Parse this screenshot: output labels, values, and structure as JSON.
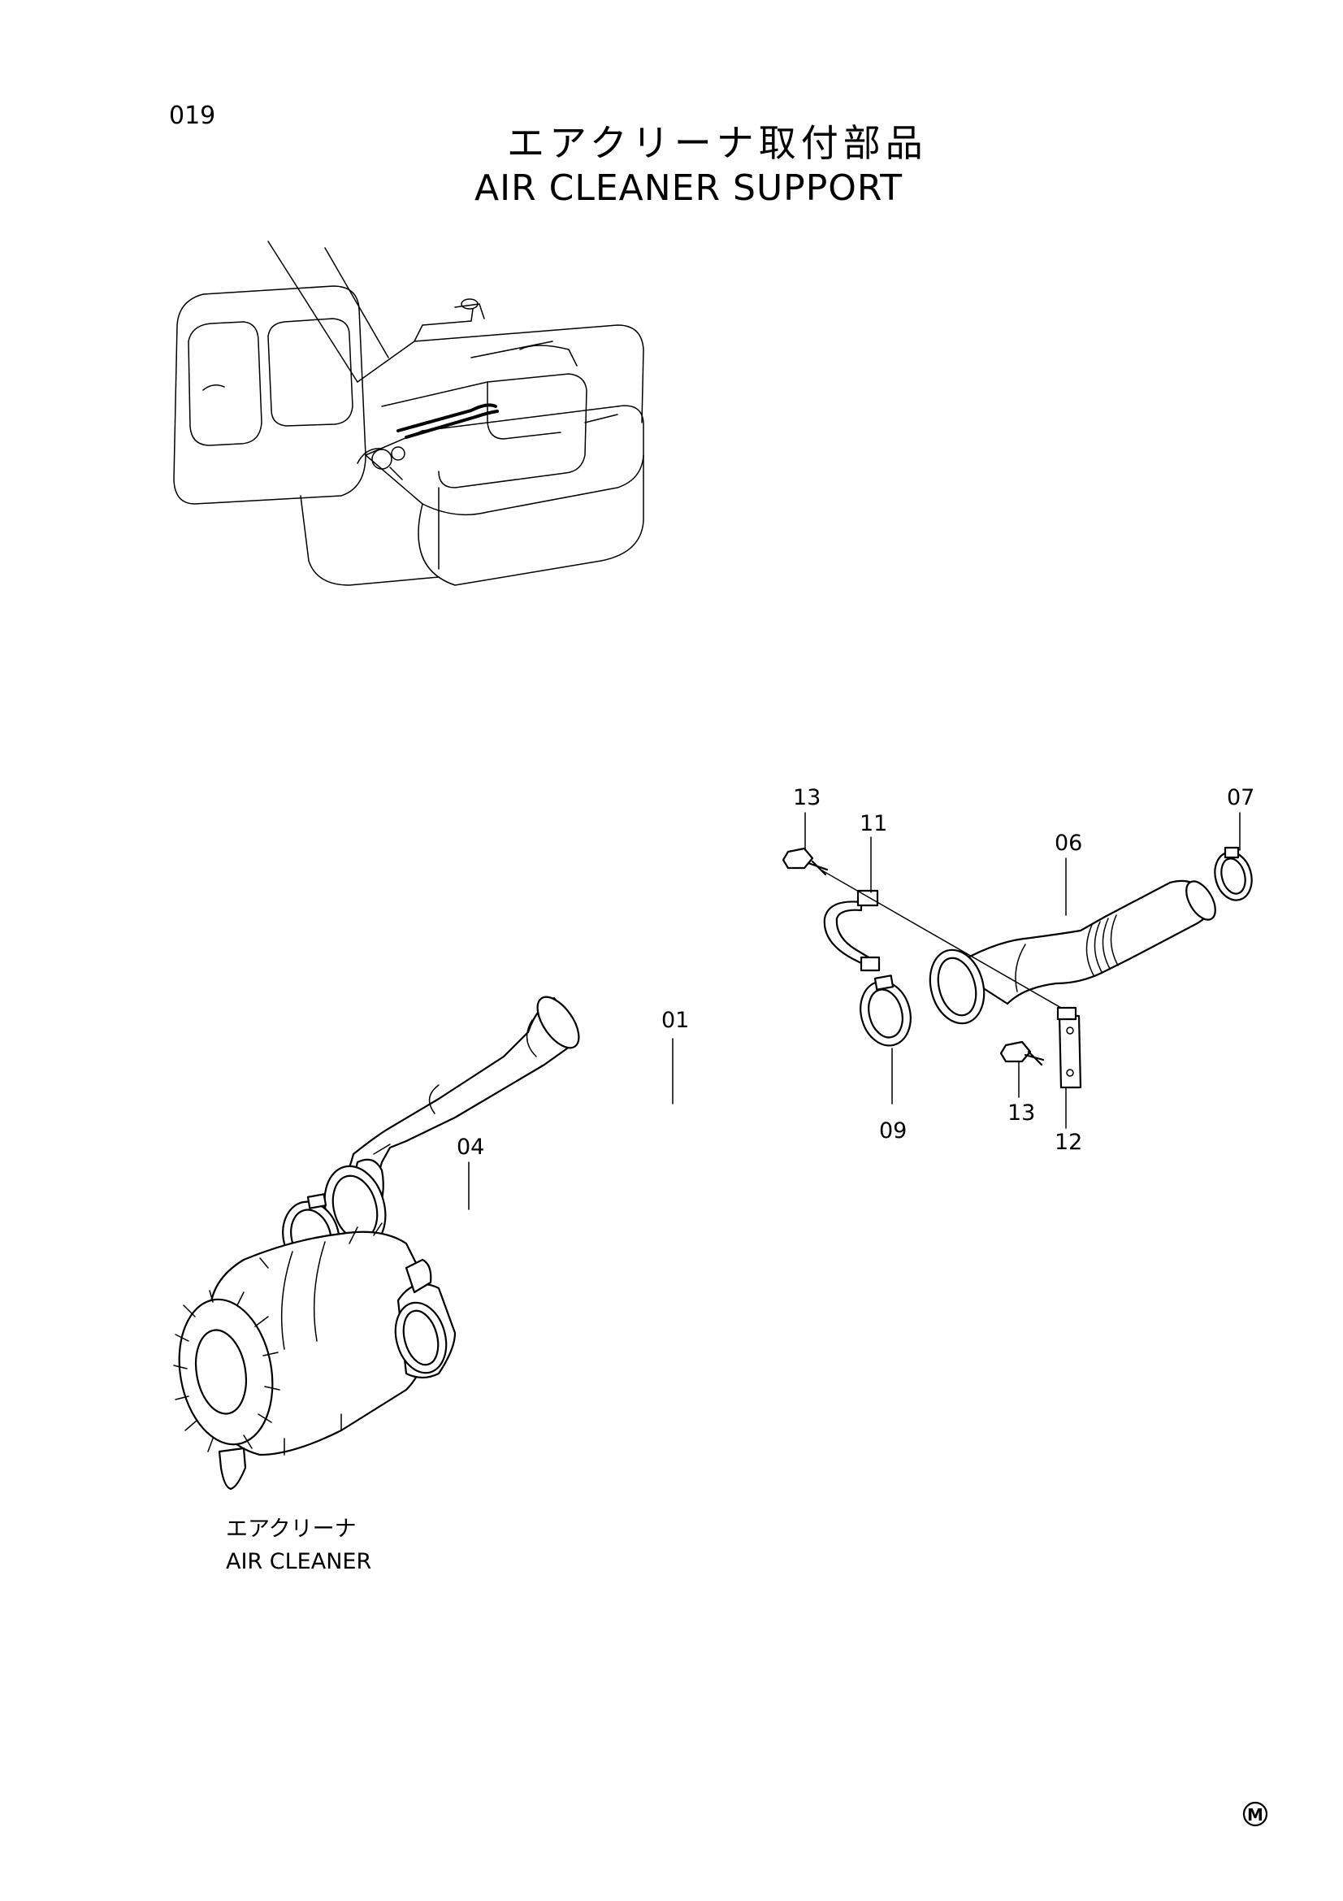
{
  "page_number": "019",
  "title_jp": "エアクリーナ取付部品",
  "title_en": "AIR CLEANER SUPPORT",
  "air_cleaner_label_jp": "エアクリーナ",
  "air_cleaner_label_en": "AIR CLEANER",
  "mark": "M",
  "callouts": {
    "c01": "01",
    "c04": "04",
    "c06": "06",
    "c07": "07",
    "c09": "09",
    "c11": "11",
    "c12": "12",
    "c13a": "13",
    "c13b": "13"
  }
}
